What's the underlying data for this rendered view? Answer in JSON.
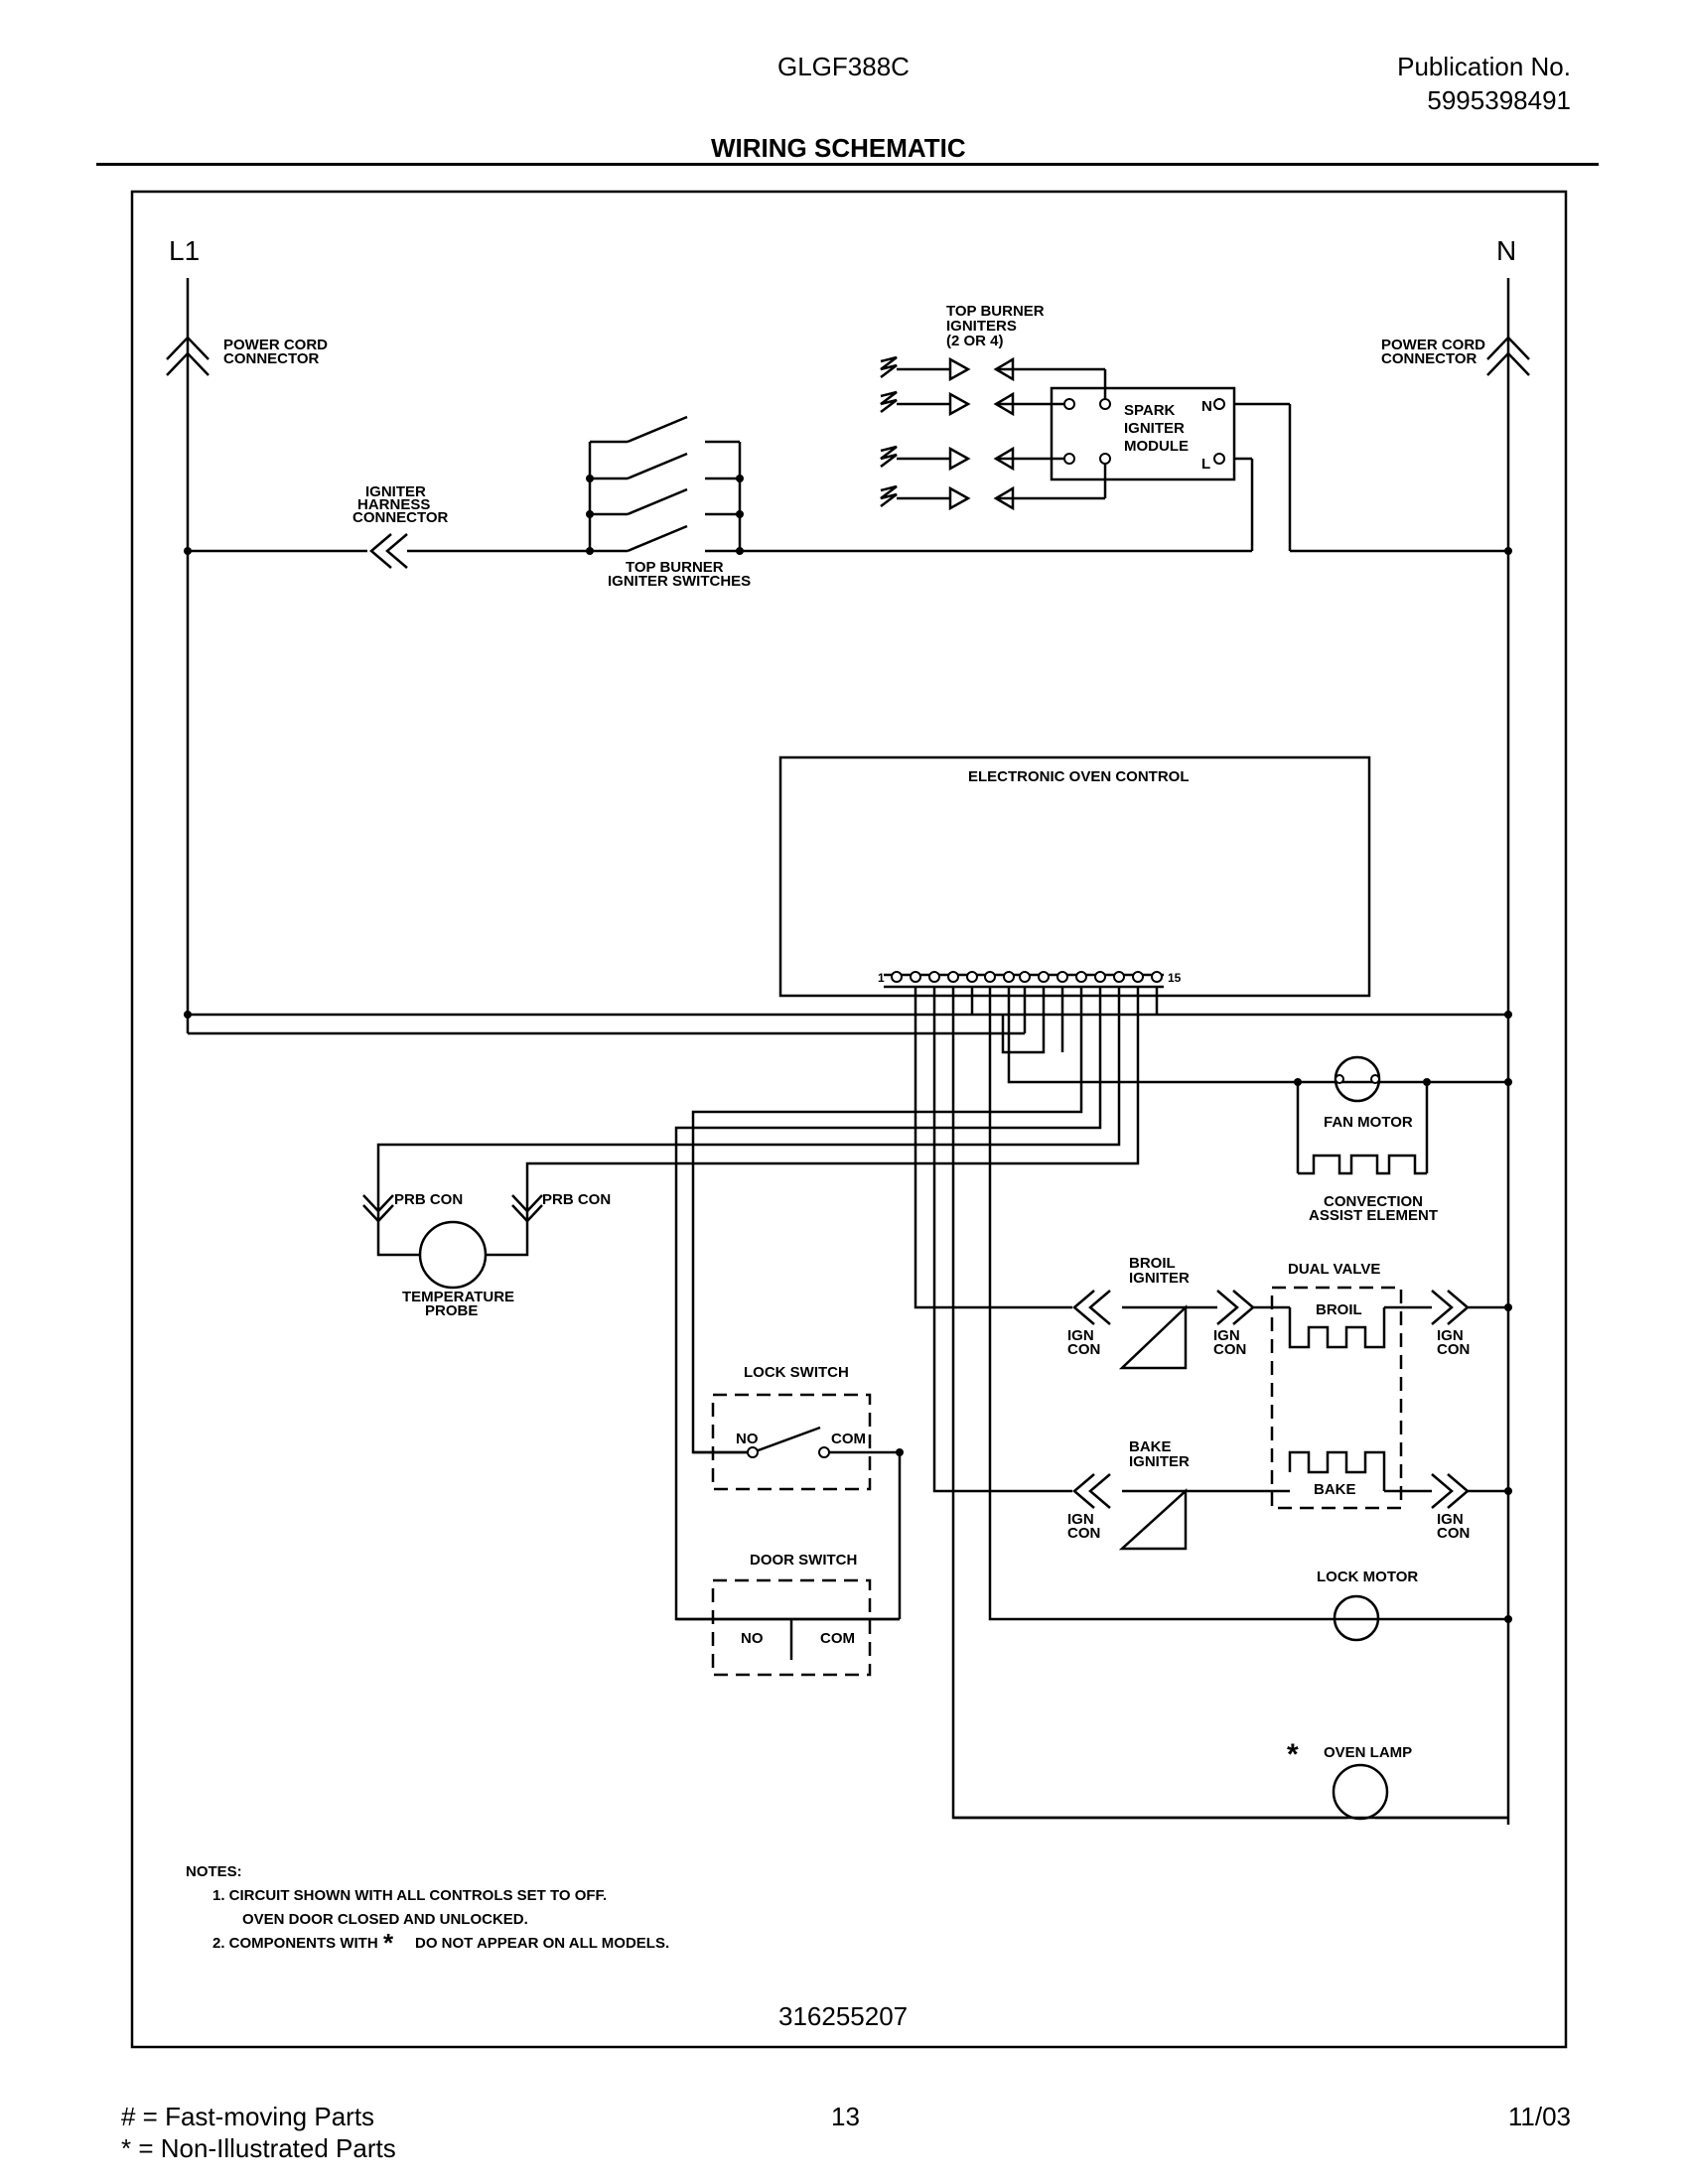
{
  "header": {
    "model": "GLGF388C",
    "publication_label": "Publication No.",
    "publication_number": "5995398491",
    "title": "WIRING SCHEMATIC"
  },
  "schematic": {
    "l1": "L1",
    "n": "N",
    "power_cord_l1": [
      "POWER CORD",
      "CONNECTOR"
    ],
    "power_cord_n": [
      "POWER CORD",
      "CONNECTOR"
    ],
    "top_burner_igniters": [
      "TOP BURNER",
      "IGNITERS",
      "(2 OR 4)"
    ],
    "spark_module": [
      "SPARK",
      "IGNITER",
      "MODULE"
    ],
    "spark_n": "N",
    "spark_l": "L",
    "igniter_harness": [
      "IGNITER",
      "HARNESS",
      "CONNECTOR"
    ],
    "top_burner_switches": [
      "TOP BURNER",
      "IGNITER SWITCHES"
    ],
    "oven_control": "ELECTRONIC OVEN CONTROL",
    "pin_first": "1",
    "pin_last": "15",
    "fan_motor": "FAN MOTOR",
    "convection": [
      "CONVECTION",
      "ASSIST ELEMENT"
    ],
    "prb_con_1": "PRB CON",
    "prb_con_2": "PRB CON",
    "temp_probe": [
      "TEMPERATURE",
      "PROBE"
    ],
    "broil_igniter": [
      "BROIL",
      "IGNITER"
    ],
    "bake_igniter": [
      "BAKE",
      "IGNITER"
    ],
    "dual_valve": "DUAL VALVE",
    "broil": "BROIL",
    "bake": "BAKE",
    "ign_con": [
      "IGN",
      "CON"
    ],
    "lock_switch": "LOCK SWITCH",
    "door_switch": "DOOR SWITCH",
    "no": "NO",
    "com": "COM",
    "lock_motor": "LOCK MOTOR",
    "oven_lamp": "OVEN LAMP",
    "asterisk": "*",
    "notes_title": "NOTES:",
    "note1a": "1.  CIRCUIT SHOWN WITH ALL CONTROLS SET TO OFF.",
    "note1b": "OVEN DOOR CLOSED AND UNLOCKED.",
    "note2a": "2.  COMPONENTS WITH",
    "note2b": "DO NOT APPEAR ON ALL MODELS.",
    "drawing_number": "316255207"
  },
  "footer": {
    "legend_fast": "#  =  Fast-moving Parts",
    "legend_non": "*   =  Non-Illustrated Parts",
    "page": "13",
    "date": "11/03"
  }
}
